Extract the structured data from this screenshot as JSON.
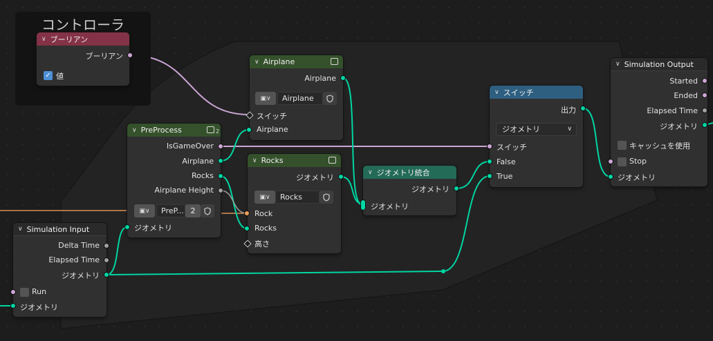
{
  "colors": {
    "geometry_socket": "#00d6a3",
    "boolean_socket": "#cca6d6",
    "float_socket": "#a1a1a1",
    "int_socket": "#ed9e5c",
    "input_header": "#843247",
    "group_header": "#35512b",
    "switch_header": "#2e5f80",
    "join_header": "#236a57"
  },
  "frame": {
    "title": "コントローラ"
  },
  "nodes": {
    "boolean": {
      "title": "ブーリアン",
      "out_label": "ブーリアン",
      "value_label": "値",
      "value": true
    },
    "airplane": {
      "title": "Airplane",
      "out_label": "Airplane",
      "selector_icon": "node-group-icon",
      "group_name": "Airplane",
      "shield_icon": "fake-user-shield-icon"
    },
    "preprocess": {
      "title": "PreProcess",
      "user_count": "2",
      "outputs": [
        "IsGameOver",
        "Airplane",
        "Rocks",
        "Airplane Height"
      ],
      "group_name": "PreP...",
      "group_users": "2",
      "in_label": "ジオメトリ"
    },
    "rocks": {
      "title": "Rocks",
      "out_label": "ジオメトリ",
      "group_name": "Rocks",
      "inputs": [
        "Rock",
        "Rocks",
        "高さ"
      ]
    },
    "join": {
      "title": "ジオメトリ統合",
      "out_label": "ジオメトリ",
      "in_label": "ジオメトリ"
    },
    "switch": {
      "title": "スイッチ",
      "out_label": "出力",
      "type_value": "ジオメトリ",
      "inputs": [
        "スイッチ",
        "False",
        "True"
      ]
    },
    "sim_input": {
      "title": "Simulation Input",
      "outputs": [
        "Delta Time",
        "Elapsed Time",
        "ジオメトリ"
      ],
      "run_label": "Run",
      "in_label": "ジオメトリ"
    },
    "sim_output": {
      "title": "Simulation Output",
      "outputs": [
        "Started",
        "Ended",
        "Elapsed Time",
        "ジオメトリ"
      ],
      "cache_label": "キャッシュを使用",
      "stop_label": "Stop",
      "in_label": "ジオメトリ"
    }
  },
  "airplane_switch_label": "スイッチ",
  "airplane_in_label": "Airplane"
}
